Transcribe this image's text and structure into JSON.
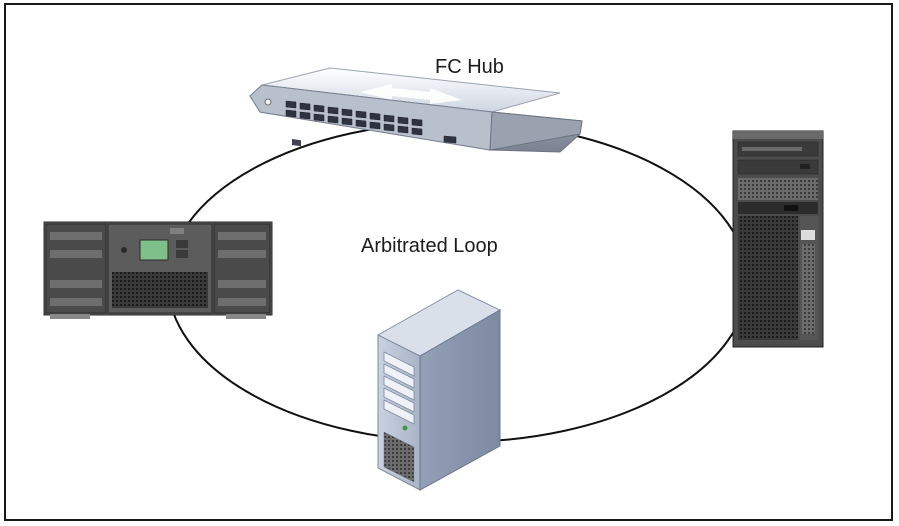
{
  "diagram": {
    "labels": {
      "hub": "FC Hub",
      "loop": "Arbitrated Loop"
    },
    "nodes": [
      {
        "id": "fc-hub",
        "icon": "network-switch-icon"
      },
      {
        "id": "tape-library",
        "icon": "tape-library-icon"
      },
      {
        "id": "tower-server",
        "icon": "tower-server-icon"
      },
      {
        "id": "server",
        "icon": "server-cabinet-icon"
      }
    ],
    "colors": {
      "line": "#111111",
      "device_gray": "#8a8e96",
      "device_light": "#d6dce6",
      "device_dark": "#2a2a2a",
      "display_green": "#7fc08a"
    }
  }
}
